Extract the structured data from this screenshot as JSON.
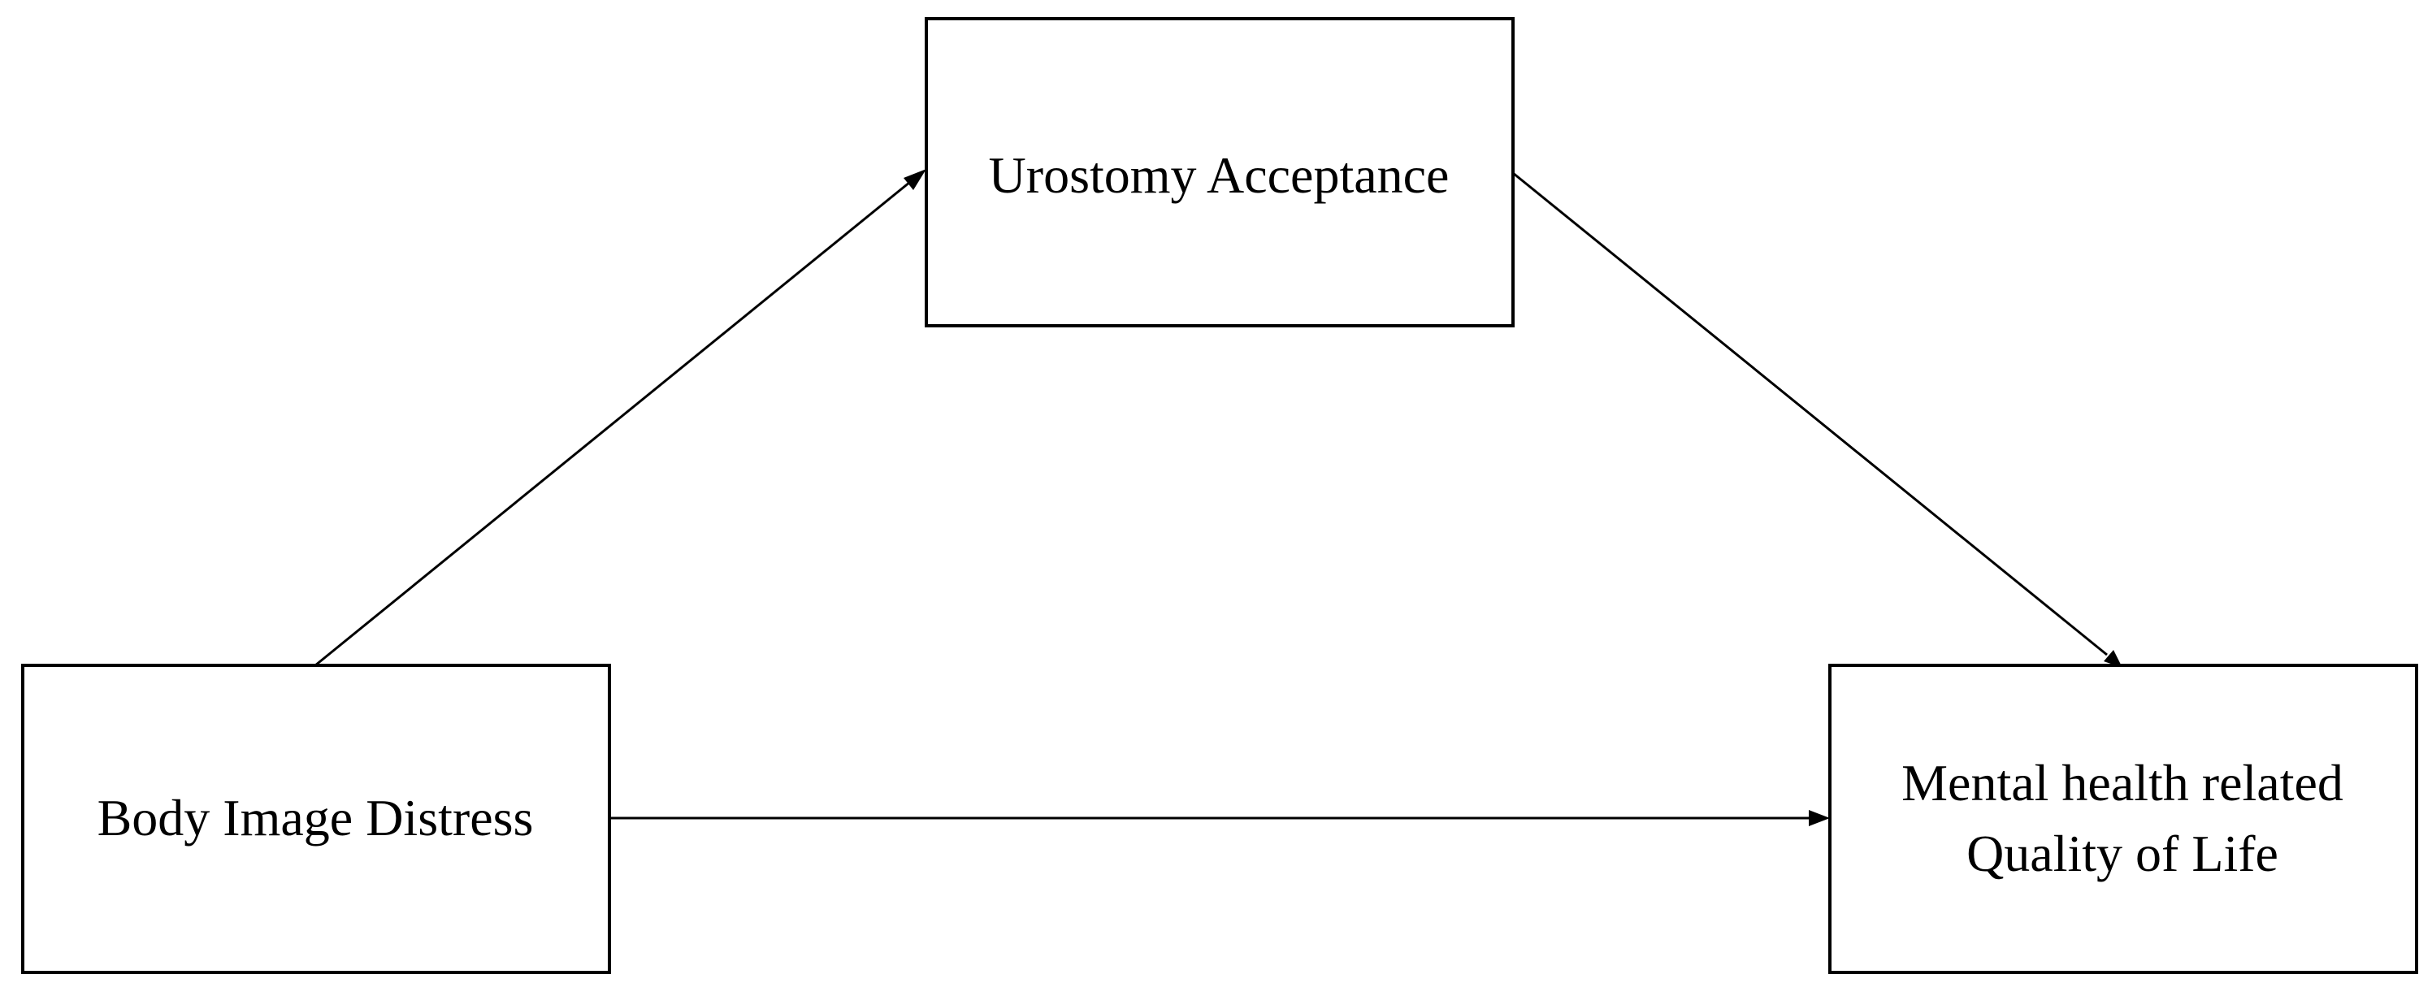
{
  "nodes": {
    "mediator": {
      "label": "Urostomy Acceptance"
    },
    "predictor": {
      "label": "Body Image Distress"
    },
    "outcome": {
      "label_line1": "Mental health related",
      "label_line2": "Quality of Life"
    }
  },
  "edges": [
    {
      "from": "Body Image Distress",
      "to": "Urostomy Acceptance"
    },
    {
      "from": "Urostomy Acceptance",
      "to": "Mental health related Quality of Life"
    },
    {
      "from": "Body Image Distress",
      "to": "Mental health related Quality of Life"
    }
  ]
}
